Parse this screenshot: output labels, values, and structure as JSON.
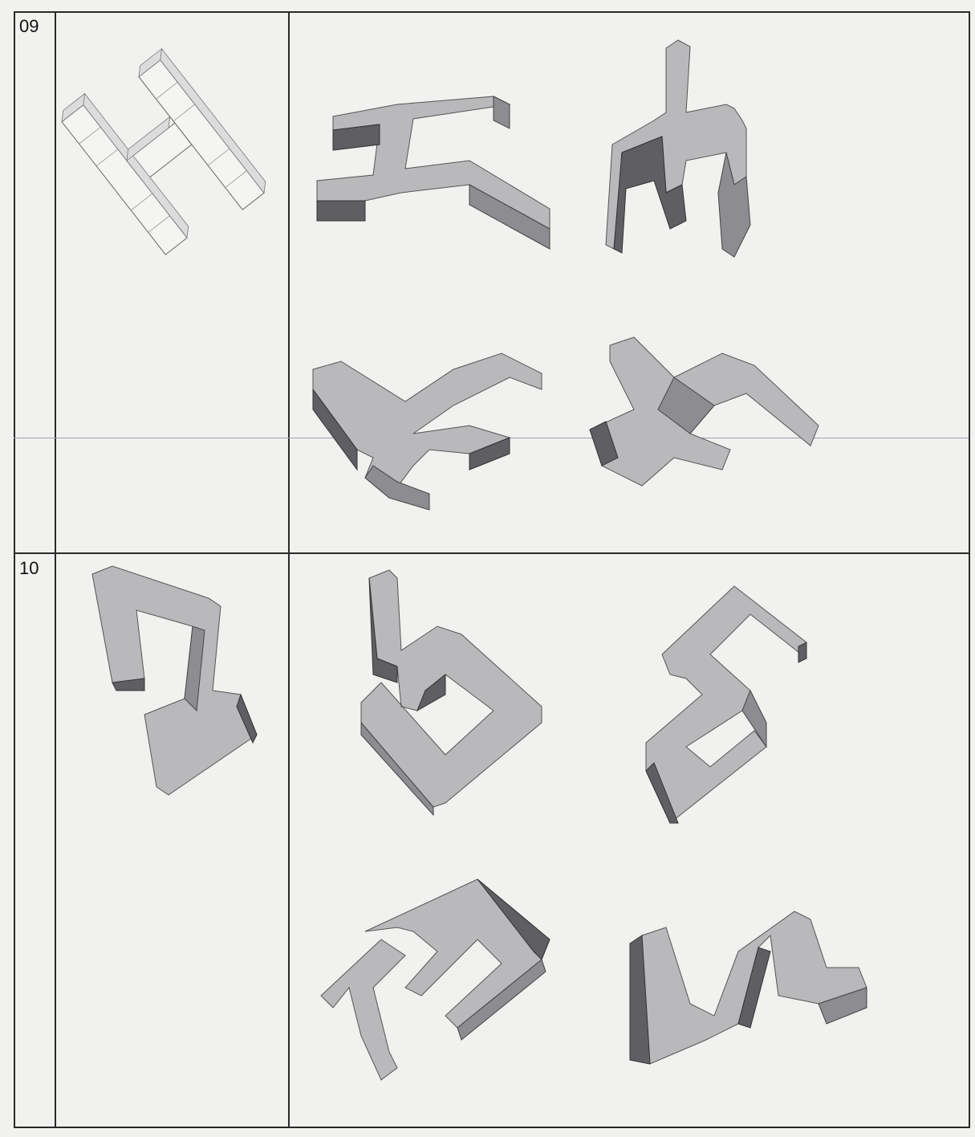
{
  "items": [
    {
      "number": "09",
      "reference": "wireframe-h-shape",
      "options": [
        "option-a",
        "option-b",
        "option-c",
        "option-d"
      ]
    },
    {
      "number": "10",
      "reference": "solid-s-shape",
      "options": [
        "option-a",
        "option-b",
        "option-c",
        "option-d"
      ]
    }
  ],
  "colors": {
    "border": "#2a2a2a",
    "paper": "#f1f1ef",
    "solid_light": "#b9b8bb",
    "solid_mid": "#8d8c90",
    "solid_dark": "#5f5e63"
  }
}
